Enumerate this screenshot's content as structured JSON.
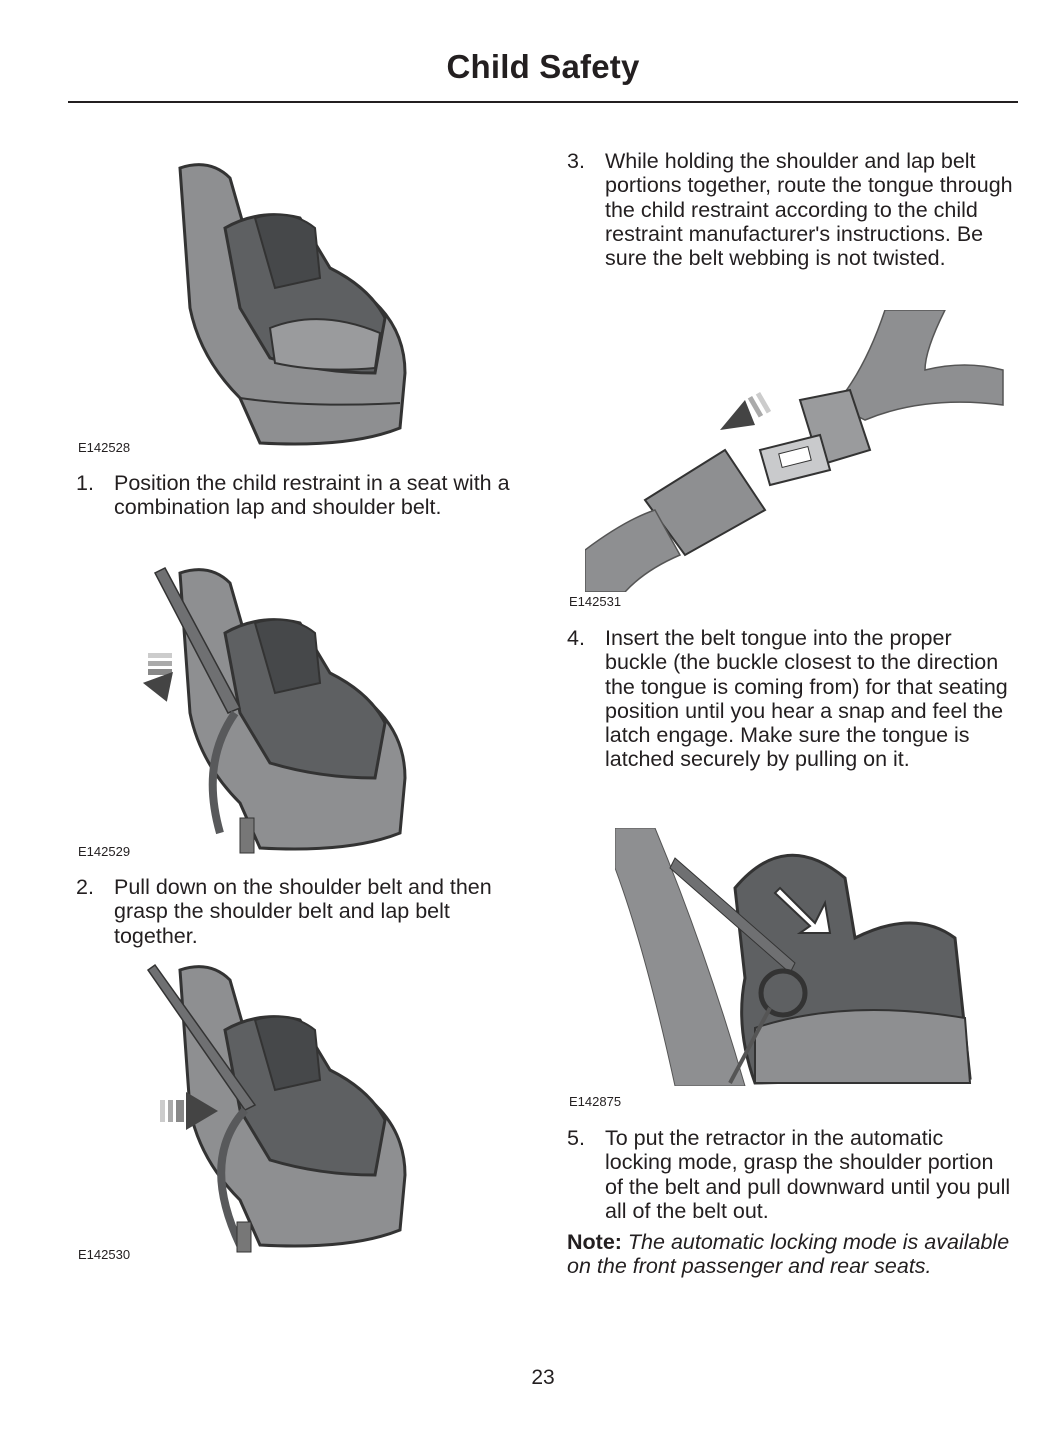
{
  "header": {
    "title": "Child Safety"
  },
  "left": {
    "figures": [
      {
        "label": "E142528"
      },
      {
        "label": "E142529"
      },
      {
        "label": "E142530"
      }
    ],
    "steps": [
      {
        "num": "1.",
        "text": "Position the child restraint in a seat with a combination lap and shoulder belt."
      },
      {
        "num": "2.",
        "text": "Pull down on the shoulder belt and then grasp the shoulder belt and lap belt together."
      }
    ]
  },
  "right": {
    "figures": [
      {
        "label": "E142531"
      },
      {
        "label": "E142875"
      }
    ],
    "steps": [
      {
        "num": "3.",
        "text": "While holding the shoulder and lap belt portions together, route the tongue through the child restraint according to the child restraint manufacturer's instructions. Be sure the belt webbing is not twisted."
      },
      {
        "num": "4.",
        "text": "Insert the belt tongue into the proper buckle (the buckle closest to the direction the tongue is coming from) for that seating position until you hear a snap and feel the latch engage. Make sure the tongue is latched securely by pulling on it."
      },
      {
        "num": "5.",
        "text": "To put the retractor in the automatic locking mode, grasp the shoulder portion of the belt and pull downward until you pull all of the belt out."
      }
    ],
    "note": {
      "label": "Note:",
      "text": "The automatic locking mode is available on the front passenger and rear seats."
    }
  },
  "footer": {
    "page_number": "23"
  }
}
